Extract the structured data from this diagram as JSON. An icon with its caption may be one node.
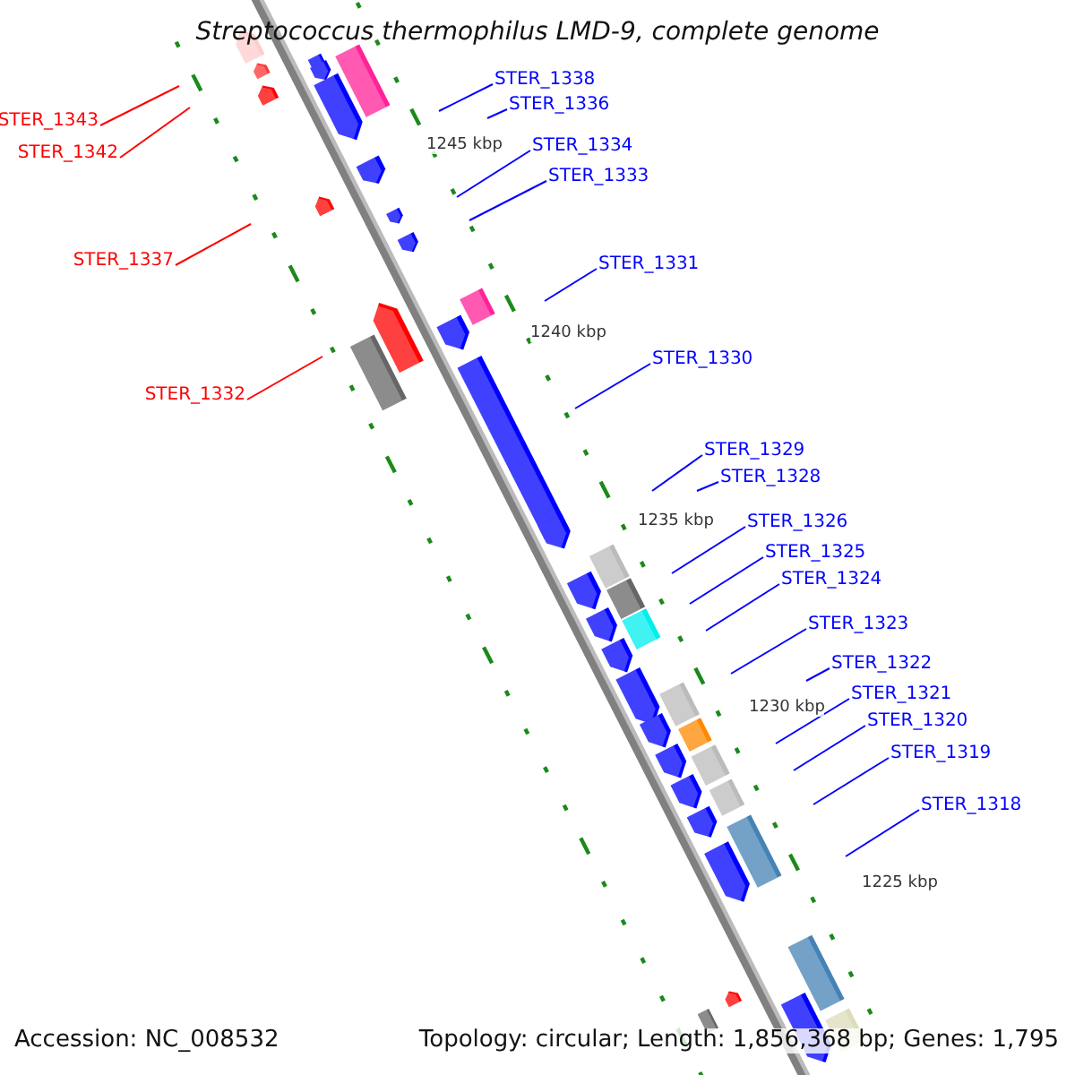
{
  "diagram": {
    "title": "Streptococcus thermophilus LMD-9, complete genome",
    "nodes": [
      {
        "text": [
          "STER_1338"
        ]
      },
      {
        "text": [
          "STER_1336"
        ]
      },
      {
        "text": [
          "STER_1343"
        ]
      },
      {
        "text": [
          "STER_1334"
        ]
      },
      {
        "text": [
          "STER_1342"
        ]
      },
      {
        "text": [
          "STER_1333"
        ]
      },
      {
        "text": [
          "STER_1337"
        ]
      },
      {
        "text": [
          "STER_1331"
        ]
      },
      {
        "text": [
          "STER_1330"
        ]
      },
      {
        "text": [
          "STER_1332"
        ]
      },
      {
        "text": [
          "STER_1329"
        ]
      },
      {
        "text": [
          "STER_1328"
        ]
      },
      {
        "text": [
          "STER_1326"
        ]
      },
      {
        "text": [
          "STER_1325"
        ]
      },
      {
        "text": [
          "STER_1324"
        ]
      },
      {
        "text": [
          "STER_1323"
        ]
      },
      {
        "text": [
          "STER_1322"
        ]
      },
      {
        "text": [
          "STER_1321"
        ]
      },
      {
        "text": [
          "STER_1320"
        ]
      },
      {
        "text": [
          "STER_1319"
        ]
      },
      {
        "text": [
          "STER_1318"
        ]
      }
    ],
    "edges": [
      {
        "from": 0,
        "to": null,
        "arrow": "none"
      },
      {
        "from": 1,
        "to": null,
        "arrow": "none"
      },
      {
        "from": 2,
        "to": null,
        "arrow": "none",
        "color": "#ff0000"
      },
      {
        "from": 3,
        "to": null,
        "arrow": "none"
      },
      {
        "from": 4,
        "to": null,
        "arrow": "none",
        "color": "#ff0000"
      },
      {
        "from": 5,
        "to": null,
        "arrow": "none"
      },
      {
        "from": 6,
        "to": null,
        "arrow": "none",
        "color": "#ff0000"
      },
      {
        "from": 7,
        "to": null,
        "arrow": "none"
      },
      {
        "from": 8,
        "to": null,
        "arrow": "none"
      },
      {
        "from": 9,
        "to": null,
        "arrow": "none",
        "color": "#ff0000"
      },
      {
        "from": 10,
        "to": null,
        "arrow": "none"
      },
      {
        "from": 11,
        "to": null,
        "arrow": "none"
      },
      {
        "from": 12,
        "to": null,
        "arrow": "none"
      },
      {
        "from": 13,
        "to": null,
        "arrow": "none"
      },
      {
        "from": 14,
        "to": null,
        "arrow": "none"
      },
      {
        "from": 15,
        "to": null,
        "arrow": "none"
      },
      {
        "from": 16,
        "to": null,
        "arrow": "none"
      },
      {
        "from": 17,
        "to": null,
        "arrow": "none"
      },
      {
        "from": 18,
        "to": null,
        "arrow": "none"
      },
      {
        "from": 19,
        "to": null,
        "arrow": "none"
      },
      {
        "from": 20,
        "to": null,
        "arrow": "none"
      }
    ],
    "labels": [
      "1245 kbp",
      "1240 kbp",
      "1235 kbp",
      "1230 kbp",
      "1225 kbp",
      "Accession: NC_008532",
      "Topology: circular; Length: 1,856,368 bp; Genes: 1,795"
    ]
  }
}
